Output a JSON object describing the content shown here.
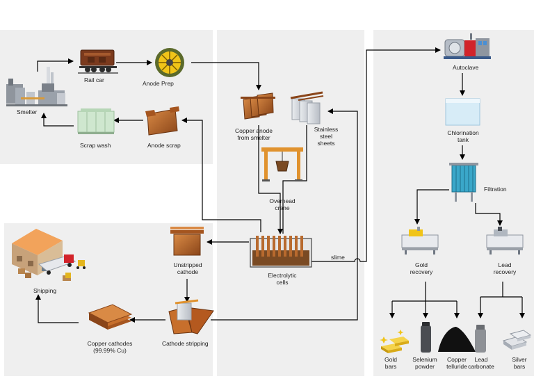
{
  "colors": {
    "panel": "#efefef",
    "copper": "#b86a2e",
    "copper_dark": "#7a3f17",
    "steel": "#c9ccd2",
    "filter_blue": "#3aa7c9",
    "tank_blue": "#d7ecf7",
    "gold": "#e9b820",
    "arrow": "#000000"
  },
  "labels": {
    "smelter": "Smelter",
    "rail_car": "Rail car",
    "anode_prep": "Anode Prep",
    "scrap_wash": "Scrap wash",
    "anode_scrap": "Anode scrap",
    "copper_anode_1": "Copper anode",
    "copper_anode_2": "from smelter",
    "stainless_1": "Stainless",
    "stainless_2": "steel",
    "stainless_3": "sheets",
    "crane_1": "Overhead",
    "crane_2": "crane",
    "cells_1": "Electrolytic",
    "cells_2": "cells",
    "slime": "slime",
    "unstripped_1": "Unstripped",
    "unstripped_2": "cathode",
    "shipping": "Shipping",
    "cathodes_1": "Copper cathodes",
    "cathodes_2": "(99.99% Cu)",
    "stripping": "Cathode stripping",
    "autoclave": "Autoclave",
    "chlor_1": "Chlorination",
    "chlor_2": "tank",
    "filtration": "Filtration",
    "gold_rec_1": "Gold",
    "gold_rec_2": "recovery",
    "lead_rec_1": "Lead",
    "lead_rec_2": "recovery",
    "gold_bars_1": "Gold",
    "gold_bars_2": "bars",
    "selenium_1": "Selenium",
    "selenium_2": "powder",
    "telluride_1": "Copper",
    "telluride_2": "telluride",
    "lead_carb_1": "Lead",
    "lead_carb_2": "carbonate",
    "silver_1": "Silver",
    "silver_2": "bars"
  }
}
